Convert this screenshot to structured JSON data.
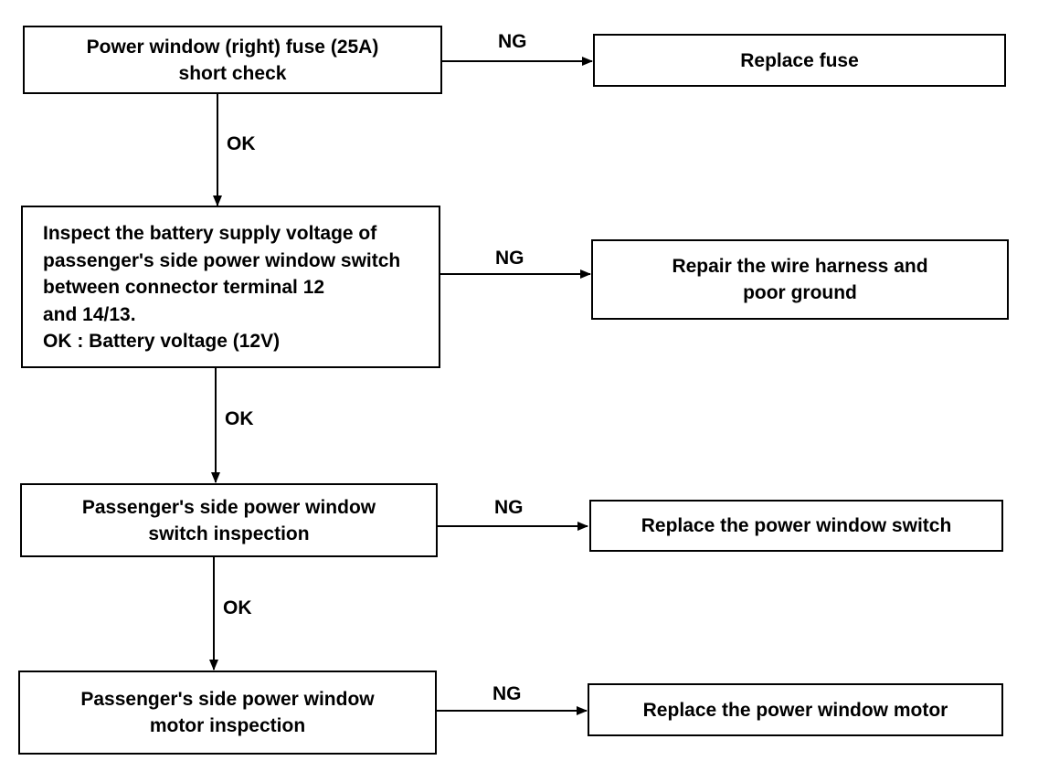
{
  "steps": [
    {
      "check": "Power window (right) fuse (25A)\nshort check",
      "ng_label": "NG",
      "ng_action": "Replace fuse",
      "ok_label": "OK"
    },
    {
      "check": "Inspect the battery supply voltage of\npassenger's side power window switch\nbetween connector terminal 12\nand 14/13.\nOK : Battery voltage (12V)",
      "ng_label": "NG",
      "ng_action": "Repair the wire harness and\npoor ground",
      "ok_label": "OK"
    },
    {
      "check": "Passenger's side power window\nswitch inspection",
      "ng_label": "NG",
      "ng_action": "Replace the power window switch",
      "ok_label": "OK"
    },
    {
      "check": "Passenger's side power window\nmotor inspection",
      "ng_label": "NG",
      "ng_action": "Replace the power window motor"
    }
  ]
}
